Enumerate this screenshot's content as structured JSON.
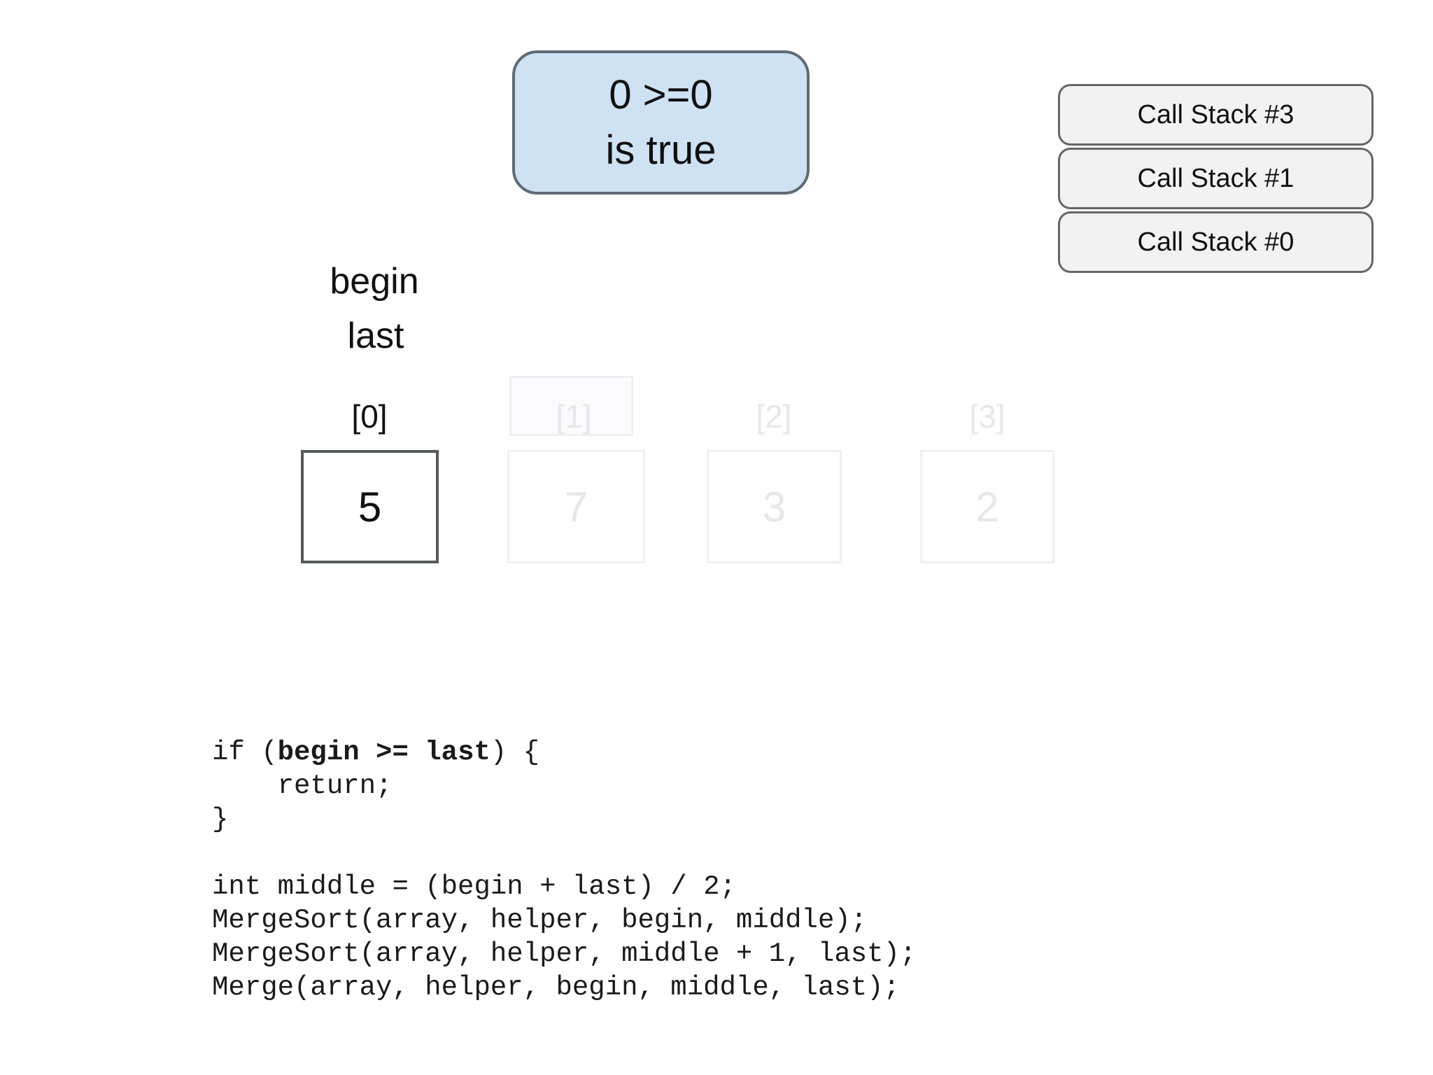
{
  "colors": {
    "bubble_fill": "#cfe2f3",
    "bubble_border": "#5f6b76",
    "stack_fill": "#f2f2f2",
    "stack_border": "#666666",
    "cell_active_border": "#58595b",
    "cell_faded_border": "#f0f0f3",
    "faded_text": "#e7e7eb",
    "text": "#111111"
  },
  "condition": {
    "line1": "0 >=0",
    "line2": "is true"
  },
  "call_stack": {
    "frames": [
      {
        "label": "Call Stack #3"
      },
      {
        "label": "Call Stack #1"
      },
      {
        "label": "Call Stack #0"
      }
    ]
  },
  "array": {
    "pointer_begin": "begin",
    "pointer_last": "last",
    "cells": [
      {
        "index": "[0]",
        "value": "5",
        "state": "active"
      },
      {
        "index": "[1]",
        "value": "7",
        "state": "faded"
      },
      {
        "index": "[2]",
        "value": "3",
        "state": "faded"
      },
      {
        "index": "[3]",
        "value": "2",
        "state": "faded"
      }
    ]
  },
  "code": {
    "if_prefix": "if (",
    "if_condition": "begin >= last",
    "if_suffix": ") {",
    "lines": [
      "    return;",
      "}",
      "",
      "int middle = (begin + last) / 2;",
      "MergeSort(array, helper, begin, middle);",
      "MergeSort(array, helper, middle + 1, last);",
      "Merge(array, helper, begin, middle, last);"
    ]
  }
}
